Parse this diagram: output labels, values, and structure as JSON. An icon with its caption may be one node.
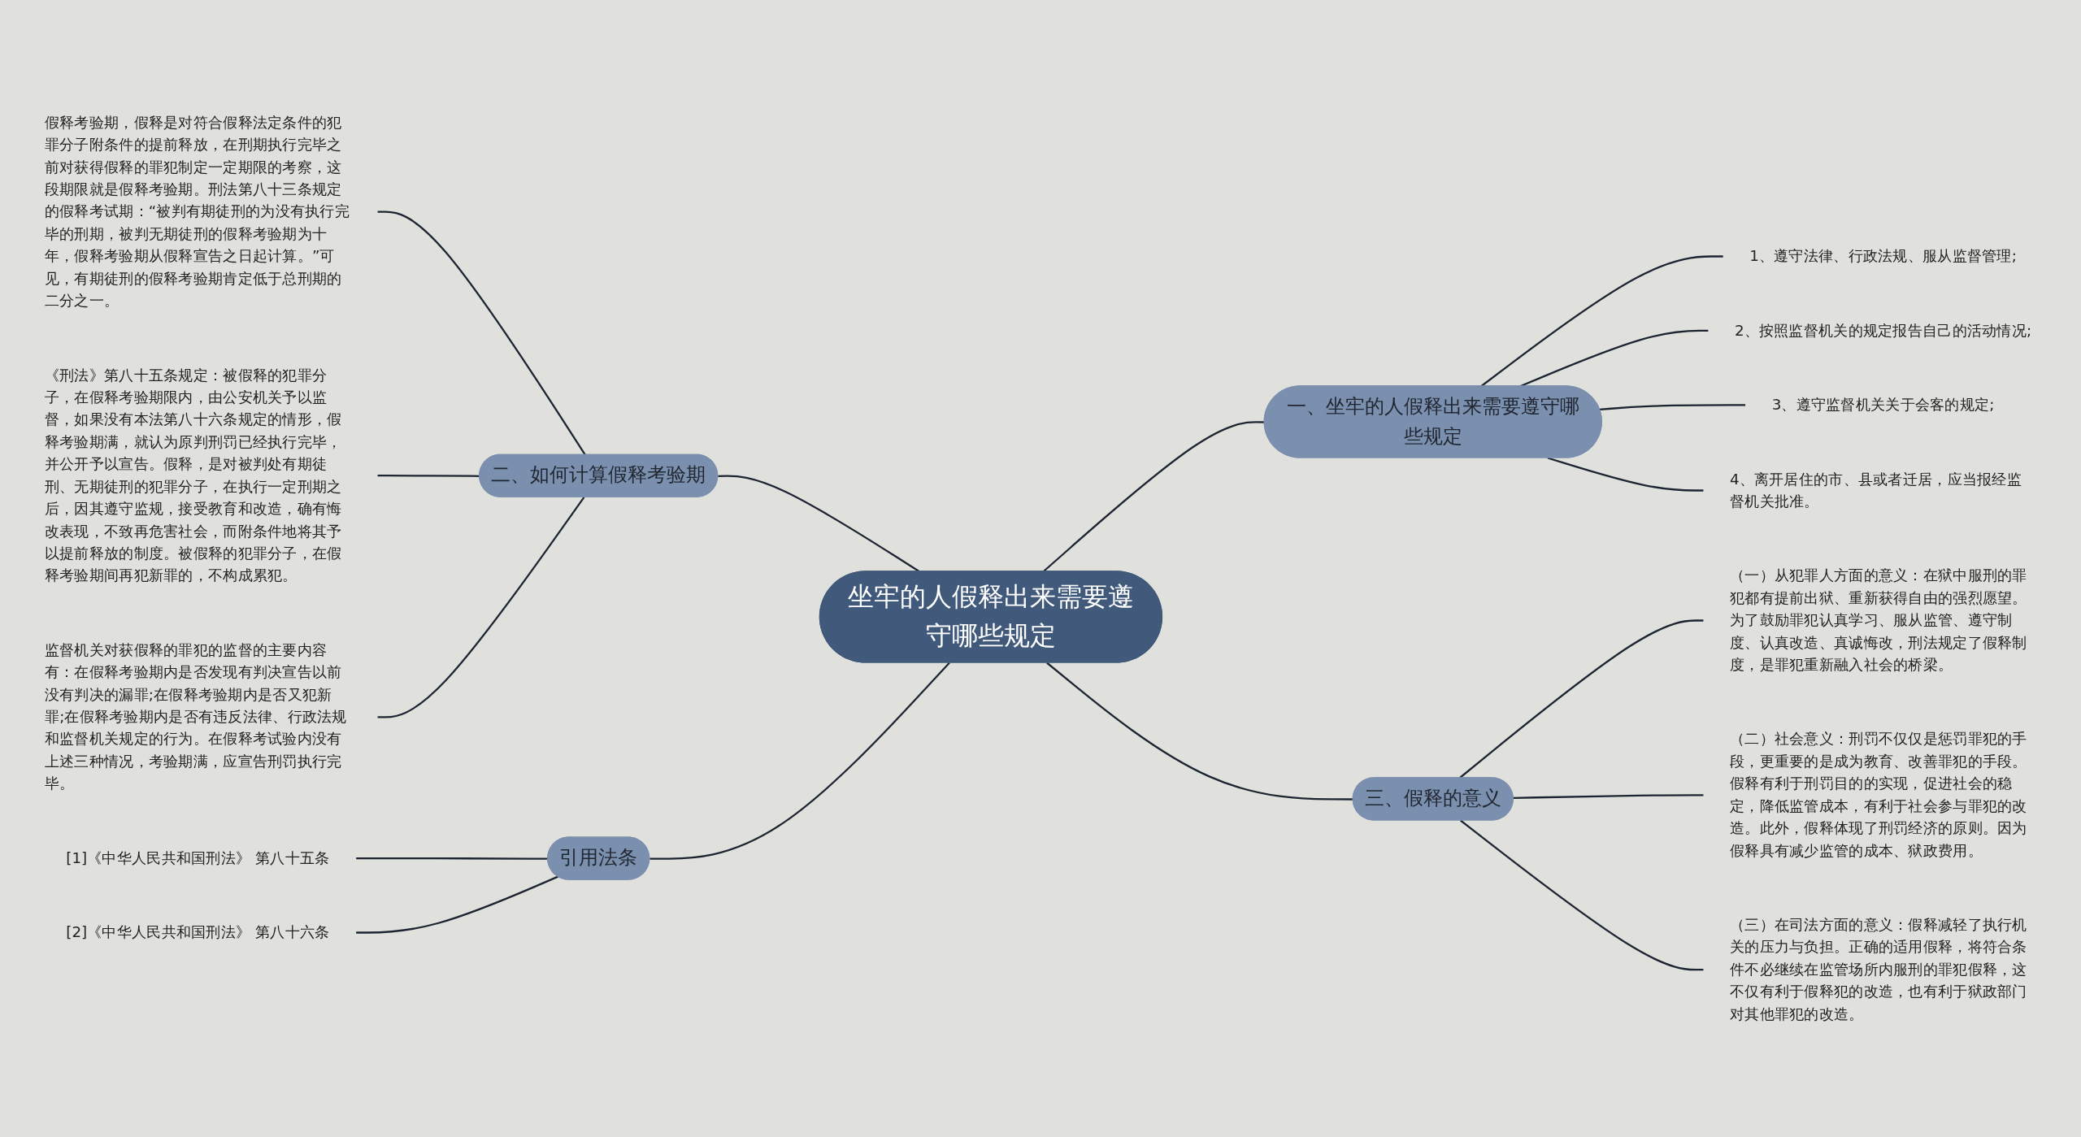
{
  "diagram": {
    "nodes": [
      {
        "text": [
          "坐牢的人假释出来需要遵守哪些规定"
        ]
      },
      {
        "text": [
          "一、坐牢的人假释出来需要遵守哪些规定"
        ]
      },
      {
        "text": [
          "1、遵守法律、行政法规、服从监督管理;"
        ]
      },
      {
        "text": [
          "2、按照监督机关的规定报告自己的活动情况;"
        ]
      },
      {
        "text": [
          "3、遵守监督机关关于会客的规定;"
        ]
      },
      {
        "text": [
          "4、离开居住的市、县或者迁居，应当报经监督机关批准。"
        ]
      },
      {
        "text": [
          "二、如何计算假释考验期"
        ]
      },
      {
        "text": [
          "假释考验期，假释是对符合假释法定条件的犯罪分子附条件的提前释放，在刑期执行完毕之前对获得假释的罪犯制定一定期限的考察，这段期限就是假释考验期。刑法第八十三条规定的假释考试期：“被判有期徒刑的为没有执行完毕的刑期，被判无期徒刑的假释考验期为十年，假释考验期从假释宣告之日起计算。”可见，有期徒刑的假释考验期肯定低于总刑期的二分之一。"
        ]
      },
      {
        "text": [
          "《刑法》第八十五条规定：被假释的犯罪分子，在假释考验期限内，由公安机关予以监督，如果没有本法第八十六条规定的情形，假释考验期满，就认为原判刑罚已经执行完毕，并公开予以宣告。假释，是对被判处有期徒刑、无期徒刑的犯罪分子，在执行一定刑期之后，因其遵守监规，接受教育和改造，确有悔改表现，不致再危害社会，而附条件地将其予以提前释放的制度。被假释的犯罪分子，在假释考验期间再犯新罪的，不构成累犯。"
        ]
      },
      {
        "text": [
          "监督机关对获假释的罪犯的监督的主要内容有：在假释考验期内是否发现有判决宣告以前没有判决的漏罪;在假释考验期内是否又犯新罪;在假释考验期内是否有违反法律、行政法规和监督机关规定的行为。在假释考试验内没有上述三种情况，考验期满，应宣告刑罚执行完毕。"
        ]
      },
      {
        "text": [
          "三、假释的意义"
        ]
      },
      {
        "text": [
          "（一）从犯罪人方面的意义：在狱中服刑的罪犯都有提前出狱、重新获得自由的强烈愿望。为了鼓励罪犯认真学习、服从监管、遵守制度、认真改造、真诚悔改，刑法规定了假释制度，是罪犯重新融入社会的桥梁。"
        ]
      },
      {
        "text": [
          "（二）社会意义：刑罚不仅仅是惩罚罪犯的手段，更重要的是成为教育、改善罪犯的手段。假释有利于刑罚目的的实现，促进社会的稳定，降低监管成本，有利于社会参与罪犯的改造。此外，假释体现了刑罚经济的原则。因为假释具有减少监管的成本、狱政费用。"
        ]
      },
      {
        "text": [
          "（三）在司法方面的意义：假释减轻了执行机关的压力与负担。正确的适用假释，将符合条件不必继续在监管场所内服刑的罪犯假释，这不仅有利于假释犯的改造，也有利于狱政部门对其他罪犯的改造。"
        ]
      },
      {
        "text": [
          "引用法条"
        ]
      },
      {
        "text": [
          "[1]《中华人民共和国刑法》 第八十五条"
        ]
      },
      {
        "text": [
          "[2]《中华人民共和国刑法》 第八十六条"
        ]
      }
    ],
    "edges": [
      {
        "from": 0,
        "to": 1,
        "arrow": "none"
      },
      {
        "from": 1,
        "to": 2,
        "arrow": "none"
      },
      {
        "from": 1,
        "to": 3,
        "arrow": "none"
      },
      {
        "from": 1,
        "to": 4,
        "arrow": "none"
      },
      {
        "from": 1,
        "to": 5,
        "arrow": "none"
      },
      {
        "from": 6,
        "to": 0,
        "arrow": "none"
      },
      {
        "from": 7,
        "to": 6,
        "arrow": "none"
      },
      {
        "from": 8,
        "to": 6,
        "arrow": "none"
      },
      {
        "from": 9,
        "to": 6,
        "arrow": "none"
      },
      {
        "from": 0,
        "to": 10,
        "arrow": "none"
      },
      {
        "from": 10,
        "to": 11,
        "arrow": "none"
      },
      {
        "from": 10,
        "to": 12,
        "arrow": "none"
      },
      {
        "from": 10,
        "to": 13,
        "arrow": "none"
      },
      {
        "from": 14,
        "to": 0,
        "arrow": "none"
      },
      {
        "from": 15,
        "to": 14,
        "arrow": "none"
      },
      {
        "from": 16,
        "to": 14,
        "arrow": "none"
      }
    ]
  }
}
